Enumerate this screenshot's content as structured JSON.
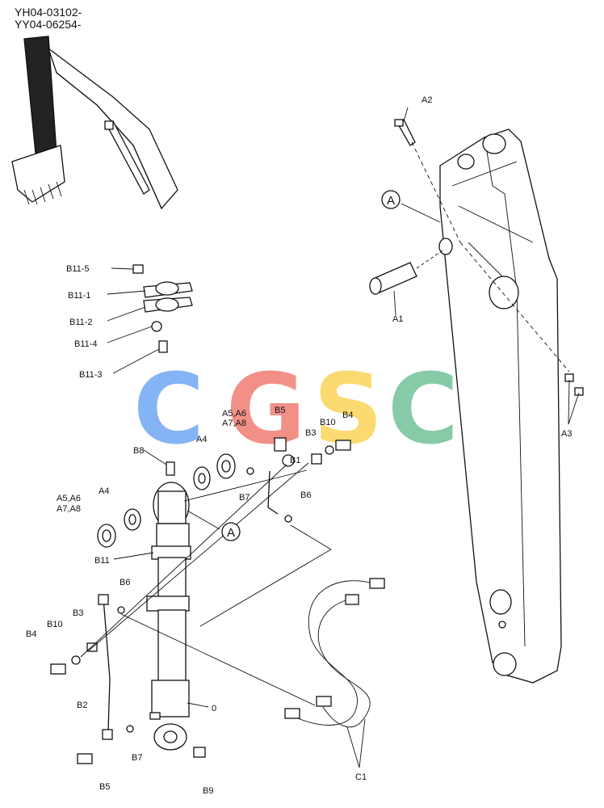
{
  "model_codes": [
    "YH04-03102-",
    "YY04-06254-"
  ],
  "labels": {
    "a1": "A1",
    "a2": "A2",
    "a3": "A3",
    "a4_top": "A4",
    "a4_left": "A4",
    "a5_top_l1": "A5,A6",
    "a5_top_l2": "A7,A8",
    "a5_left_l1": "A5,A6",
    "a5_left_l2": "A7,A8",
    "b1": "B1",
    "b2": "B2",
    "b3_right": "B3",
    "b3_left": "B3",
    "b4_right": "B4",
    "b4_left": "B4",
    "b5_top": "B5",
    "b5_bottom": "B5",
    "b6_right": "B6",
    "b6_left": "B6",
    "b7_top": "B7",
    "b7_bottom": "B7",
    "b8": "B8",
    "b9": "B9",
    "b10_right": "B10",
    "b10_left": "B10",
    "b11": "B11",
    "b11_1": "B11-1",
    "b11_2": "B11-2",
    "b11_3": "B11-3",
    "b11_4": "B11-4",
    "b11_5": "B11-5",
    "c1": "C1",
    "zero": "0"
  },
  "callouts": {
    "top": "A",
    "bottom": "A"
  },
  "watermark": {
    "letters": [
      "C",
      "G",
      "S",
      "C"
    ],
    "colors": [
      "#7fb0f5",
      "#f28b82",
      "#fbd96b",
      "#81c8a4"
    ]
  }
}
